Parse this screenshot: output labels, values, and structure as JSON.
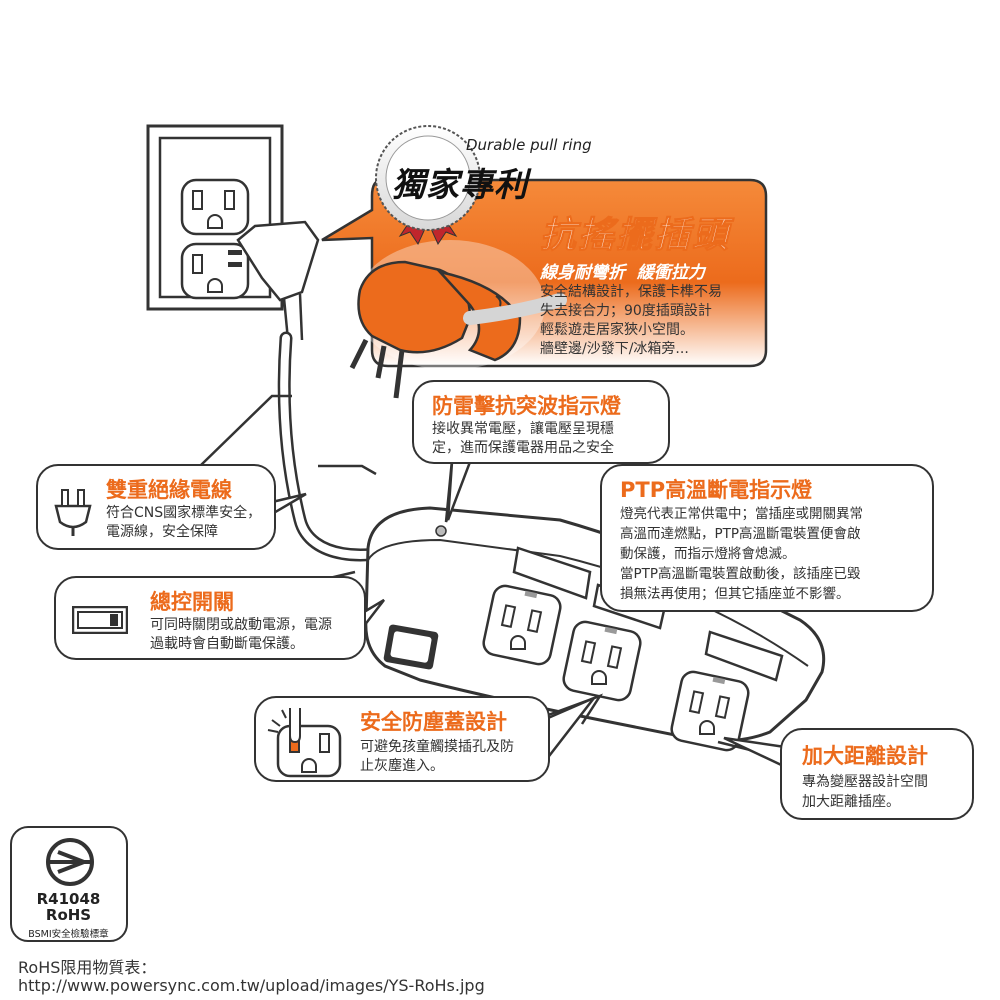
{
  "badge": {
    "caption": "Durable pull ring",
    "patent": "獨家專利"
  },
  "plug_callout": {
    "title": "抗搖擺插頭",
    "subtitle": "線身耐彎折  緩衝拉力",
    "lines": [
      "安全結構設計，保護卡榫不易",
      "失去接合力；90度插頭設計",
      "輕鬆遊走居家狹小空間。",
      "牆壁邊/沙發下/冰箱旁..."
    ]
  },
  "surge_callout": {
    "title": "防雷擊抗突波指示燈",
    "lines": [
      "接收異常電壓，讓電壓呈現穩",
      "定，進而保護電器用品之安全"
    ]
  },
  "ptp_callout": {
    "title": "PTP高溫斷電指示燈",
    "lines": [
      "燈亮代表正常供電中；當插座或開關異常",
      "高溫而達燃點，PTP高溫斷電裝置便會啟",
      "動保護，而指示燈將會熄滅。",
      "當PTP高溫斷電裝置啟動後，該插座已毀",
      "損無法再使用；但其它插座並不影響。"
    ]
  },
  "insulation_callout": {
    "title": "雙重絕緣電線",
    "lines": [
      "符合CNS國家標準安全，",
      "電源線，安全保障"
    ]
  },
  "switch_callout": {
    "title": "總控開關",
    "lines": [
      "可同時關閉或啟動電源，電源",
      "過載時會自動斷電保護。"
    ]
  },
  "dust_callout": {
    "title": "安全防塵蓋設計",
    "lines": [
      "可避免孩童觸摸插孔及防",
      "止灰塵進入。"
    ]
  },
  "distance_callout": {
    "title": "加大距離設計",
    "lines": [
      "專為變壓器設計空間",
      "加大距離插座。"
    ]
  },
  "bsmi": {
    "code": "R41048",
    "rohs": "RoHS",
    "label": "BSMI安全檢驗標章"
  },
  "footer": {
    "line1": "RoHS限用物質表：",
    "line2": "http://www.powersync.com.tw/upload/images/YS-RoHs.jpg"
  },
  "colors": {
    "accent": "#ec6b1c",
    "outline": "#333333",
    "ribbon": "#c0262c"
  }
}
